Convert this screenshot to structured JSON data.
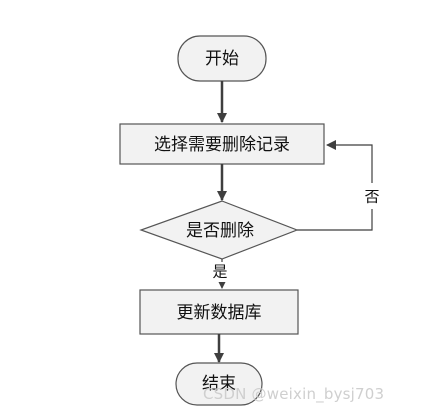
{
  "nodes": {
    "start": "开始",
    "select": "选择需要删除记录",
    "decision": "是否删除",
    "update": "更新数据库",
    "end": "结束"
  },
  "edges": {
    "yes": "是",
    "no": "否"
  },
  "watermark": "CSDN @weixin_bysj703",
  "colors": {
    "node_fill": "#f2f2f2",
    "node_stroke": "#555555",
    "arrow": "#3f3f3f",
    "text": "#111111",
    "watermark": "#cfcfcf"
  }
}
